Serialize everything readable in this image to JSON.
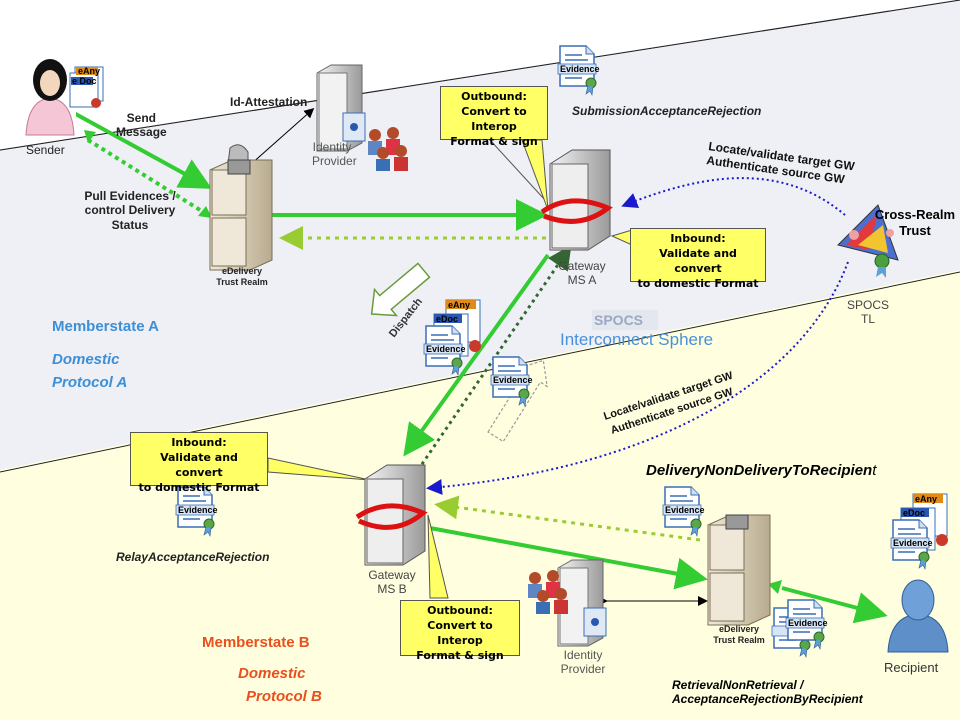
{
  "regions": {
    "ms_a_line1": "Memberstate A",
    "ms_a_line2": "Domestic",
    "ms_a_line3": "Protocol A",
    "ms_b_line1": "Memberstate B",
    "ms_b_line2": "Domestic",
    "ms_b_line3": "Protocol B",
    "interconnect": "Interconnect Sphere",
    "spocs_logo": "SPOCS"
  },
  "nodes": {
    "sender": "Sender",
    "edelivery_a_line1": "eDelivery",
    "edelivery_a_line2": "Trust Realm",
    "identity_provider_a_line1": "Identity",
    "identity_provider_a_line2": "Provider",
    "gateway_a_line1": "Gateway",
    "gateway_a_line2": "MS A",
    "spocs_tl_line1": "SPOCS",
    "spocs_tl_line2": "TL",
    "gateway_b_line1": "Gateway",
    "gateway_b_line2": "MS B",
    "identity_provider_b_line1": "Identity",
    "identity_provider_b_line2": "Provider",
    "edelivery_b_line1": "eDelivery",
    "edelivery_b_line2": "Trust Realm",
    "recipient": "Recipient"
  },
  "doc_labels": {
    "eany": "eAny",
    "edoc": "eDoc",
    "evidence": "Evidence",
    "edoc_small": "e Doc"
  },
  "arrows": {
    "send_message_line1": "Send",
    "send_message_line2": "Message",
    "pull_line1": "Pull Evidences /",
    "pull_line2": "control Delivery",
    "pull_line3": "Status",
    "id_attestation": "Id-Attestation",
    "dispatch": "Dispatch",
    "locate_a_line1": "Locate/validate target GW",
    "locate_a_line2": "Authenticate source GW",
    "locate_b_line1": "Locate/validate target GW",
    "locate_b_line2": "Authenticate source GW",
    "cross_realm_line1": "Cross-Realm",
    "cross_realm_line2": "Trust"
  },
  "callouts": {
    "outbound_a_line1": "Outbound:",
    "outbound_a_line2": "Convert to Interop",
    "outbound_a_line3": "Format & sign",
    "inbound_a_line1": "Inbound:",
    "inbound_a_line2": "Validate and convert",
    "inbound_a_line3": "to domestic Format",
    "inbound_b_line1": "Inbound:",
    "inbound_b_line2": "Validate and convert",
    "inbound_b_line3": "to domestic Format",
    "outbound_b_line1": "Outbound:",
    "outbound_b_line2": "Convert to Interop",
    "outbound_b_line3": "Format & sign"
  },
  "evidence_names": {
    "submission": "SubmissionAcceptanceRejection",
    "relay": "RelayAcceptanceRejection",
    "delivery_prefix": "DeliveryNonDeliveryToRecipien",
    "delivery_suffix": "t",
    "retrieval_line1": "RetrievalNonRetrieval /",
    "retrieval_line2": "AcceptanceRejectionByRecipient"
  },
  "colors": {
    "green_arrow": "#33cc33",
    "dotted_green": "#99cc33",
    "dark_dotted": "#336633",
    "blue_dotted": "#1a1acc",
    "callout_fill": "#ffff66",
    "ms_a_text": "#3d8fd6",
    "ms_b_text": "#e8501d",
    "band_a": "#e8ebf2",
    "band_b": "#ffffe0"
  }
}
